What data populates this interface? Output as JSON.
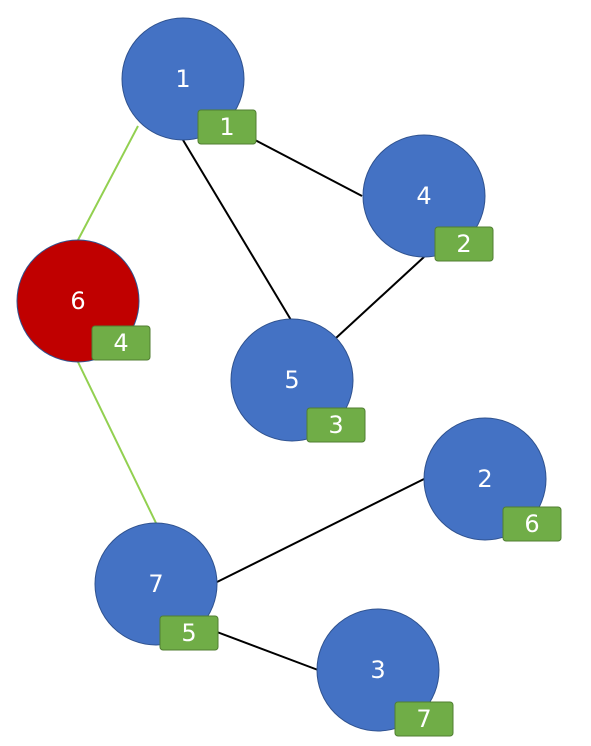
{
  "colors": {
    "node_default": "#4472c4",
    "node_default_stroke": "#2f528f",
    "node_highlight": "#c00000",
    "node_highlight_stroke": "#2f528f",
    "badge_fill": "#70ad47",
    "badge_stroke": "#507e32",
    "edge_default": "#000000",
    "edge_highlight": "#92d050",
    "text": "#ffffff"
  },
  "nodes": [
    {
      "id": "n1",
      "label": "1",
      "badge": "1",
      "highlight": false
    },
    {
      "id": "n4",
      "label": "4",
      "badge": "2",
      "highlight": false
    },
    {
      "id": "n6",
      "label": "6",
      "badge": "4",
      "highlight": true
    },
    {
      "id": "n5",
      "label": "5",
      "badge": "3",
      "highlight": false
    },
    {
      "id": "n2",
      "label": "2",
      "badge": "6",
      "highlight": false
    },
    {
      "id": "n7",
      "label": "7",
      "badge": "5",
      "highlight": false
    },
    {
      "id": "n3",
      "label": "3",
      "badge": "7",
      "highlight": false
    }
  ],
  "edges": [
    {
      "from": "n1",
      "to": "n4",
      "highlight": false
    },
    {
      "from": "n1",
      "to": "n5",
      "highlight": false
    },
    {
      "from": "n4",
      "to": "n5",
      "highlight": false
    },
    {
      "from": "n1",
      "to": "n6",
      "highlight": true
    },
    {
      "from": "n6",
      "to": "n7",
      "highlight": true
    },
    {
      "from": "n7",
      "to": "n2",
      "highlight": false
    },
    {
      "from": "n7",
      "to": "n3",
      "highlight": false
    }
  ]
}
